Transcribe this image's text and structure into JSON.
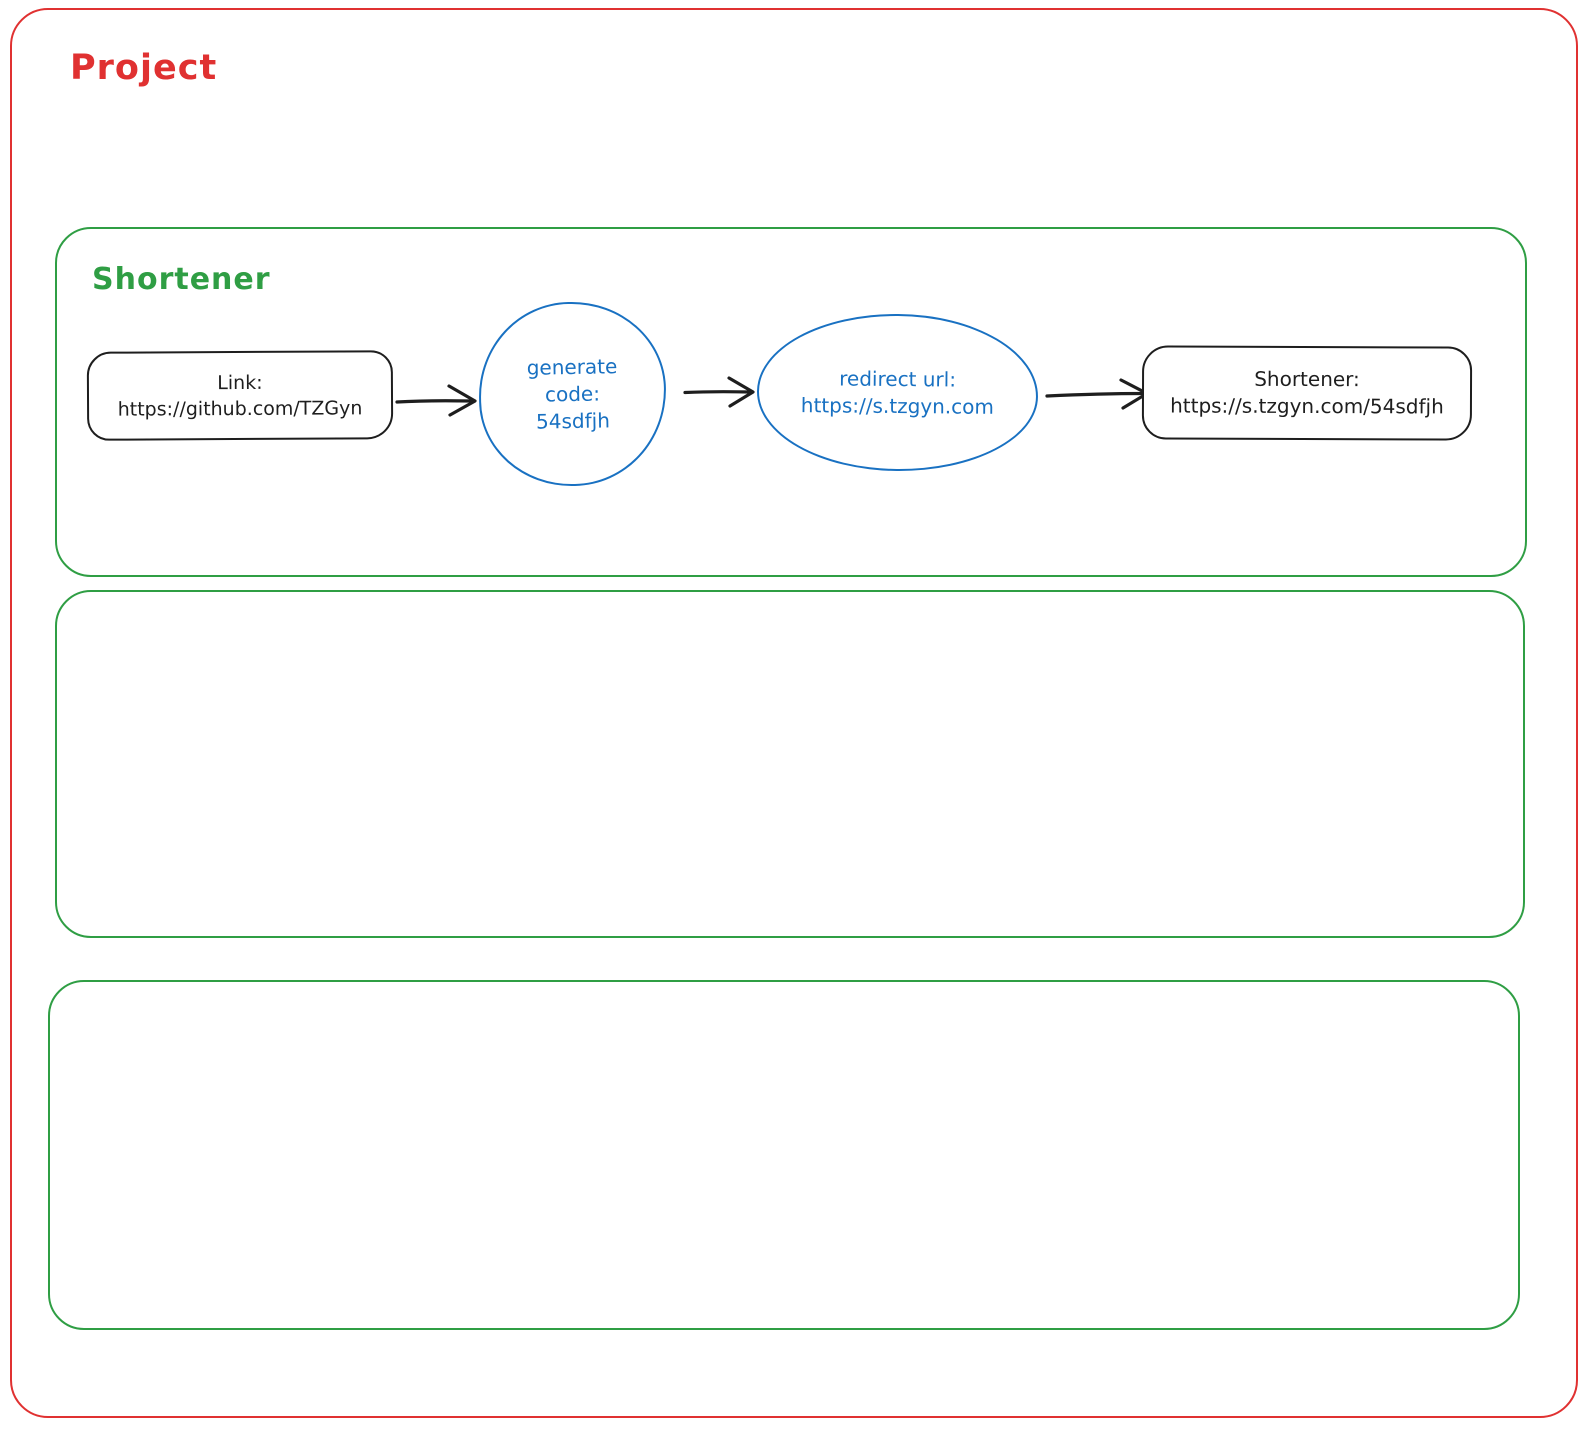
{
  "canvas": {
    "project_label": "Project",
    "colors": {
      "red": "#e03131",
      "green": "#2f9e44",
      "blue": "#1971c2",
      "ink": "#1e1e1e"
    }
  },
  "shortener": {
    "label": "Shortener",
    "link_node": {
      "title": "Link:",
      "url": "https://github.com/TZGyn"
    },
    "generate_node": {
      "line1": "generate",
      "line2": "code:",
      "line3": "54sdfjh"
    },
    "redirect_node": {
      "line1": "redirect url:",
      "line2": "https://s.tzgyn.com"
    },
    "result_node": {
      "title": "Shortener:",
      "url": "https://s.tzgyn.com/54sdfjh"
    }
  }
}
